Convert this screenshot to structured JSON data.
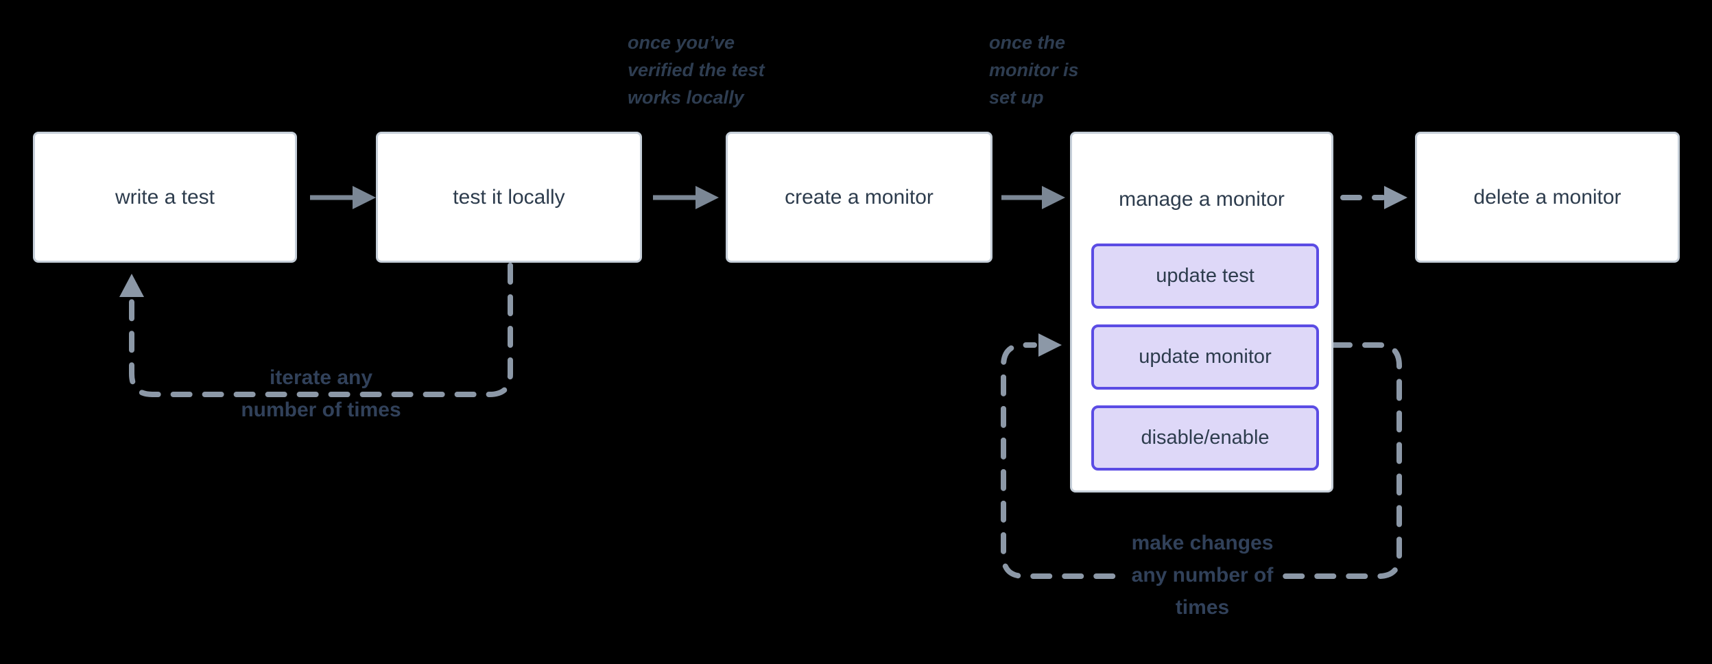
{
  "colors": {
    "background": "#000000",
    "box_fill": "#ffffff",
    "box_border": "#c6cfd9",
    "box_text": "#2d3c4d",
    "arrow_solid": "#7b8795",
    "arrow_dashed": "#8c98a7",
    "subbox_fill": "#ded8f8",
    "subbox_border": "#5b4ce4",
    "annotation_text": "#2e3d51",
    "loop_label_text": "#31415a"
  },
  "steps": [
    {
      "label": "write a test"
    },
    {
      "label": "test it locally"
    },
    {
      "label": "create a monitor"
    },
    {
      "label": "manage a monitor",
      "subactions": [
        {
          "label": "update test"
        },
        {
          "label": "update monitor"
        },
        {
          "label": "disable/enable"
        }
      ]
    },
    {
      "label": "delete a monitor"
    }
  ],
  "annotations": {
    "verified_note": {
      "lines": [
        "once you’ve",
        "verified the test",
        "works locally"
      ]
    },
    "setup_note": {
      "lines": [
        "once the",
        "monitor is",
        "set up"
      ]
    },
    "iterate_label": {
      "lines": [
        "iterate any",
        "number of times"
      ]
    },
    "make_changes_label": {
      "lines": [
        "make changes",
        "any number of",
        "times"
      ]
    }
  }
}
